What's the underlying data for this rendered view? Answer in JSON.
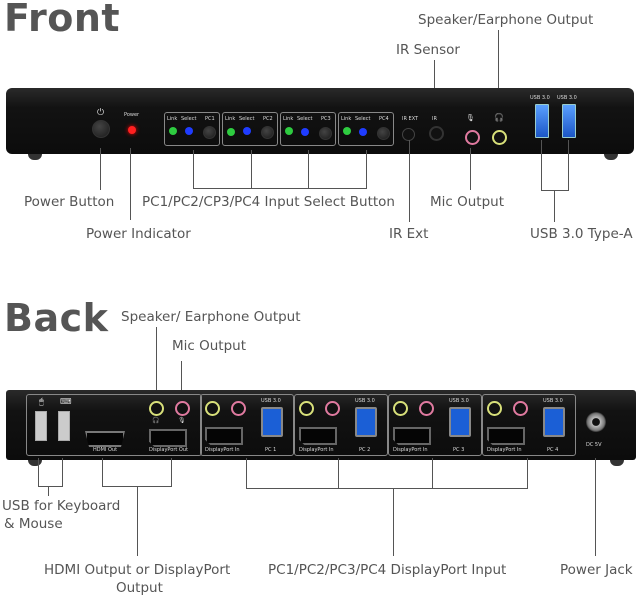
{
  "front": {
    "title": "Front",
    "callouts": {
      "speaker_earphone": "Speaker/Earphone Output",
      "ir_sensor": "IR Sensor",
      "power_button": "Power Button",
      "power_indicator": "Power Indicator",
      "input_select": "PC1/PC2/CP3/PC4 Input Select Button",
      "ir_ext": "IR Ext",
      "mic_output": "Mic Output",
      "usb3": "USB 3.0 Type-A"
    },
    "panel": {
      "power_label": "Power",
      "groups": [
        {
          "link": "Link",
          "select": "Select",
          "pc": "PC1"
        },
        {
          "link": "Link",
          "select": "Select",
          "pc": "PC2"
        },
        {
          "link": "Link",
          "select": "Select",
          "pc": "PC3"
        },
        {
          "link": "Link",
          "select": "Select",
          "pc": "PC4"
        }
      ],
      "ir_ext_label": "IR EXT",
      "ir_label": "IR",
      "usb_labels": [
        "USB 3.0",
        "USB 3.0"
      ]
    },
    "colors": {
      "link_led": "#2ecc40",
      "select_led": "#1f3cff",
      "power_led": "#ff2020",
      "mic": "#e07aa0",
      "speaker": "#d8e07a",
      "usb": "#2f7de1"
    }
  },
  "back": {
    "title": "Back",
    "callouts": {
      "speaker_earphone": "Speaker/ Earphone Output",
      "mic_output": "Mic Output",
      "usb_kbd_mouse_line1": "USB for Keyboard",
      "usb_kbd_mouse_line2": "& Mouse",
      "hdmi_dp_out_line1": "HDMI Output or DisplayPort",
      "hdmi_dp_out_line2": "Output",
      "dp_input": "PC1/PC2/PC3/PC4 DisplayPort Input",
      "power_jack": "Power Jack"
    },
    "panel": {
      "hdmi_out": "HDMI Out",
      "dp_out": "DisplayPort Out",
      "pcs": [
        {
          "dp_in": "DisplayPort In",
          "usb": "USB 3.0",
          "pc": "PC 1"
        },
        {
          "dp_in": "DisplayPort In",
          "usb": "USB 3.0",
          "pc": "PC 2"
        },
        {
          "dp_in": "DisplayPort In",
          "usb": "USB 3.0",
          "pc": "PC 3"
        },
        {
          "dp_in": "DisplayPort In",
          "usb": "USB 3.0",
          "pc": "PC 4"
        }
      ],
      "dc_label": "DC 5V"
    }
  }
}
